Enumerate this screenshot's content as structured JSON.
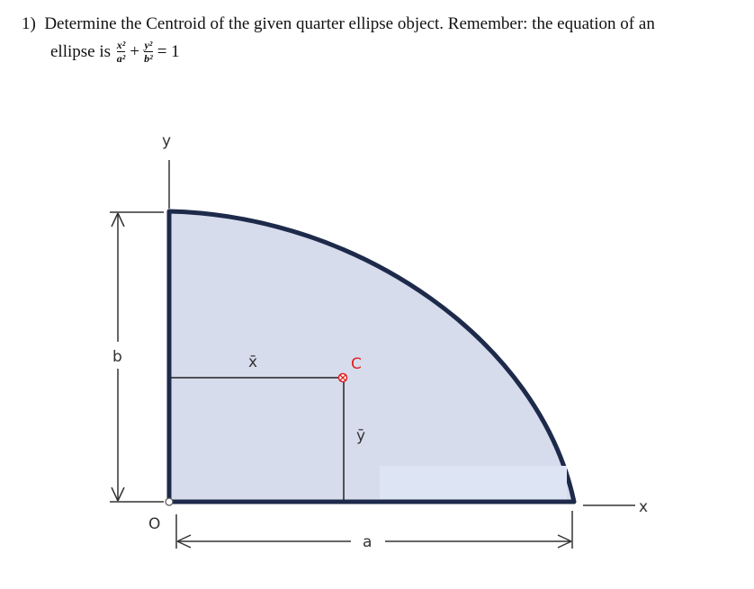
{
  "question": {
    "number": "1)",
    "text_line1": "Determine the Centroid of the given quarter ellipse object. Remember: the equation of an",
    "text_line2_prefix": "ellipse is",
    "eq_x_num": "x²",
    "eq_x_den": "a²",
    "eq_y_num": "y²",
    "eq_y_den": "b²",
    "eq_plus": "+",
    "eq_rhs": "= 1"
  },
  "diagram": {
    "labels": {
      "y_axis": "y",
      "x_axis": "x",
      "origin": "O",
      "height": "b",
      "width": "a",
      "centroid": "C",
      "x_bar": "x̄",
      "y_bar": "ȳ"
    },
    "colors": {
      "fill": "#d6dcec",
      "outline": "#1e2a4a",
      "centroid": "#e02020",
      "lines": "#222222"
    }
  }
}
